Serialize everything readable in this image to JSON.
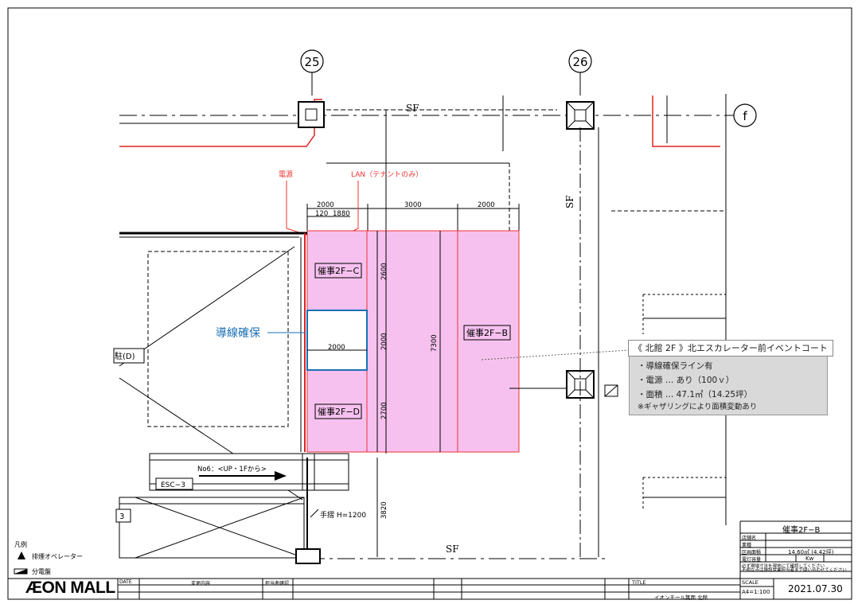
{
  "grid": {
    "col_a": "25",
    "col_b": "26",
    "row_f": "f"
  },
  "sf_labels": {
    "top": "SF",
    "vertical": "SF",
    "bottom": "SF"
  },
  "power_label": "電源",
  "lan_label": "LAN（テナントのみ）",
  "dims": {
    "d1": "2000",
    "d2": "3000",
    "d3": "2000",
    "d4": "120",
    "d5": "1880",
    "v1": "2600",
    "v2": "2000",
    "v3": "2700",
    "v4": "7300",
    "v5": "3820",
    "inner": "2000"
  },
  "areas": {
    "c": "催事2F−C",
    "b": "催事2F−B",
    "d": "催事2F−D"
  },
  "route_label": "導線確保",
  "room_d": "駐(D)",
  "esc_label": "ESC−3",
  "esc_note": "No6：<UP・1Fから>",
  "rail": "手摺 H=1200",
  "stair_num": "3",
  "callout": {
    "title": "《 北館 2F 》北エスカレーター前イベントコート",
    "lines": [
      "・導線確保ライン有",
      "・電源 … あり（100ｖ）",
      "・面積 … 47.1㎡（14.25坪）"
    ],
    "note": "※ギャザリングにより面積変動あり"
  },
  "legend": {
    "title": "凡例",
    "item1": "排煙オペレーター",
    "item2": "分電盤"
  },
  "title_block": {
    "name": "催事2F−B",
    "rows": [
      "店舗名",
      "業種",
      "区画面積",
      "電灯容量"
    ],
    "area_value": "14.60㎡ (4.42坪)",
    "kw": "Kw",
    "note1": "必ず現場寸法を現地にて確認してください",
    "note2": "不明な点は施設営業担当者まで問い合わせてください",
    "scale_label": "SCALE",
    "scale_value": "A4=1:100",
    "date": "2021.07.30",
    "title_label": "TITLE",
    "title_value": "イオンモール箕面 北館",
    "date_label": "DATE",
    "rev_label": "変更内容",
    "chk_label": "担当者確認"
  },
  "brand": "ÆON MALL"
}
